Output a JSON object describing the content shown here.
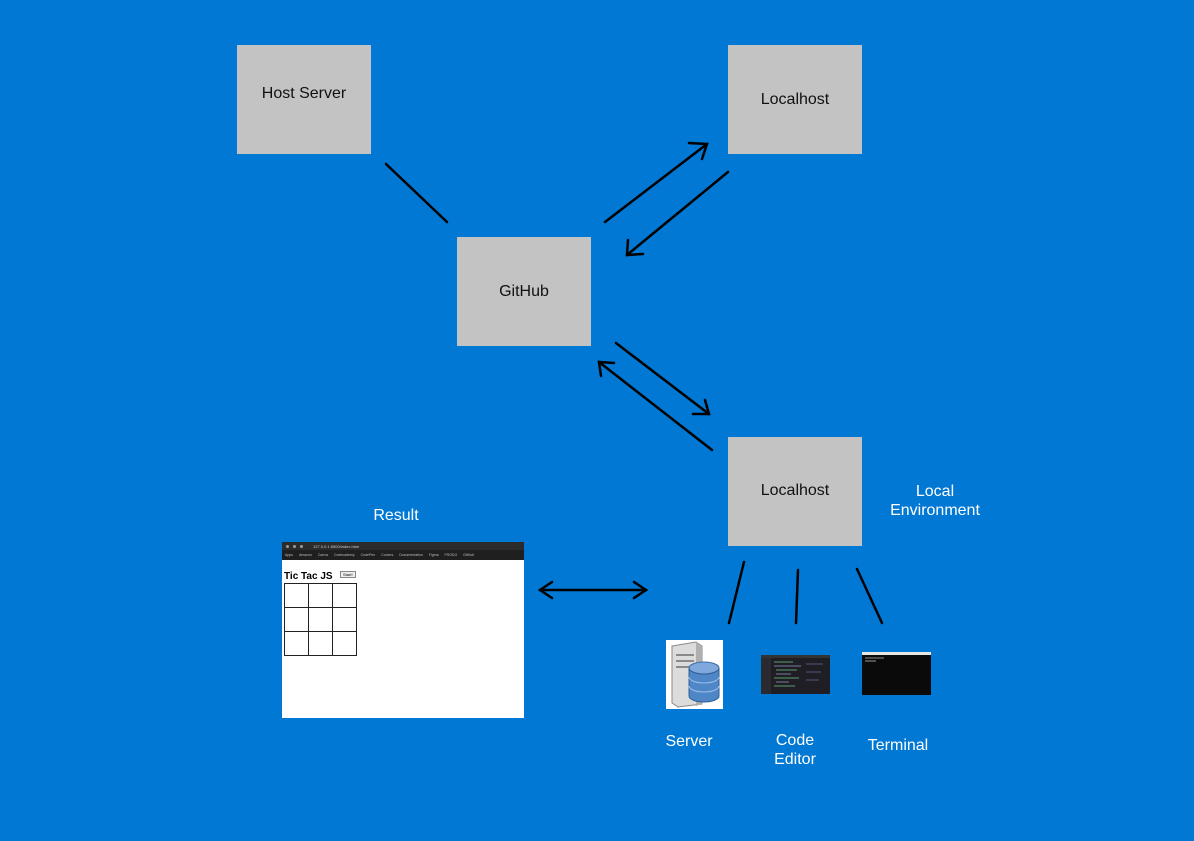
{
  "nodes": {
    "host_server": "Host Server",
    "localhost_top": "Localhost",
    "github": "GitHub",
    "localhost_bottom": "Localhost"
  },
  "labels": {
    "local_environment": "Local\nEnvironment",
    "result": "Result",
    "server": "Server",
    "code_editor": "Code\nEditor",
    "terminal": "Terminal"
  },
  "browser": {
    "url": "127.0.0.1:5500/index.html",
    "bookmarks": [
      "Apps",
      "Amazon",
      "Canva",
      "Codecademy",
      "CodePen",
      "Coolors",
      "Documentation",
      "Figma",
      "FRODO",
      "GitHub"
    ],
    "page_title": "Tic Tac JS",
    "start_button": "Start!"
  },
  "colors": {
    "background": "#0078d4",
    "node_fill": "#c3c3c3",
    "connector": "#000000",
    "label_text": "#ffffff"
  }
}
